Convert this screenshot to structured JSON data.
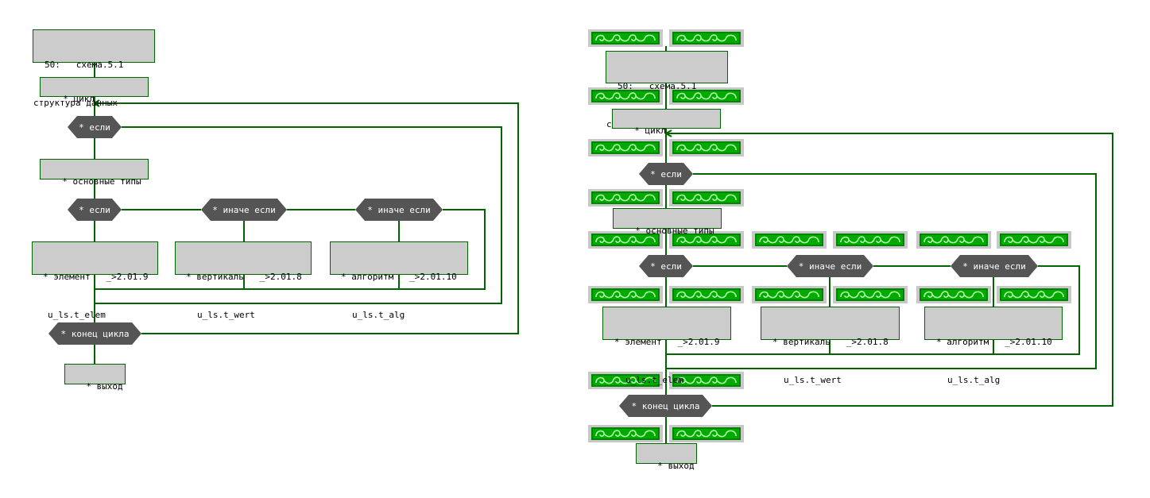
{
  "header": {
    "line1": "50:   схема.5.1",
    "line2": "структура данных"
  },
  "loop": "* цикл",
  "if": "* если",
  "basic_types": "* основные типы",
  "inner_if": "* если",
  "else_if_1": "* иначе если",
  "else_if_2": "* иначе если",
  "element": {
    "line1": "* элемент   _>2.01.9",
    "line2": "u_ls.t_elem"
  },
  "vertical": {
    "line1": "* вертикаль   _>2.01.8",
    "line2": "u_ls.t_wert"
  },
  "algorithm": {
    "line1": "* алгоритм   _>2.01.10",
    "line2": "u_ls.t_alg"
  },
  "loop_end": "* конец цикла",
  "exit": "* выход",
  "colors": {
    "line": "#006400",
    "box_fill": "#cccccc",
    "hex_fill": "#555555",
    "ornament": "#00a000"
  }
}
